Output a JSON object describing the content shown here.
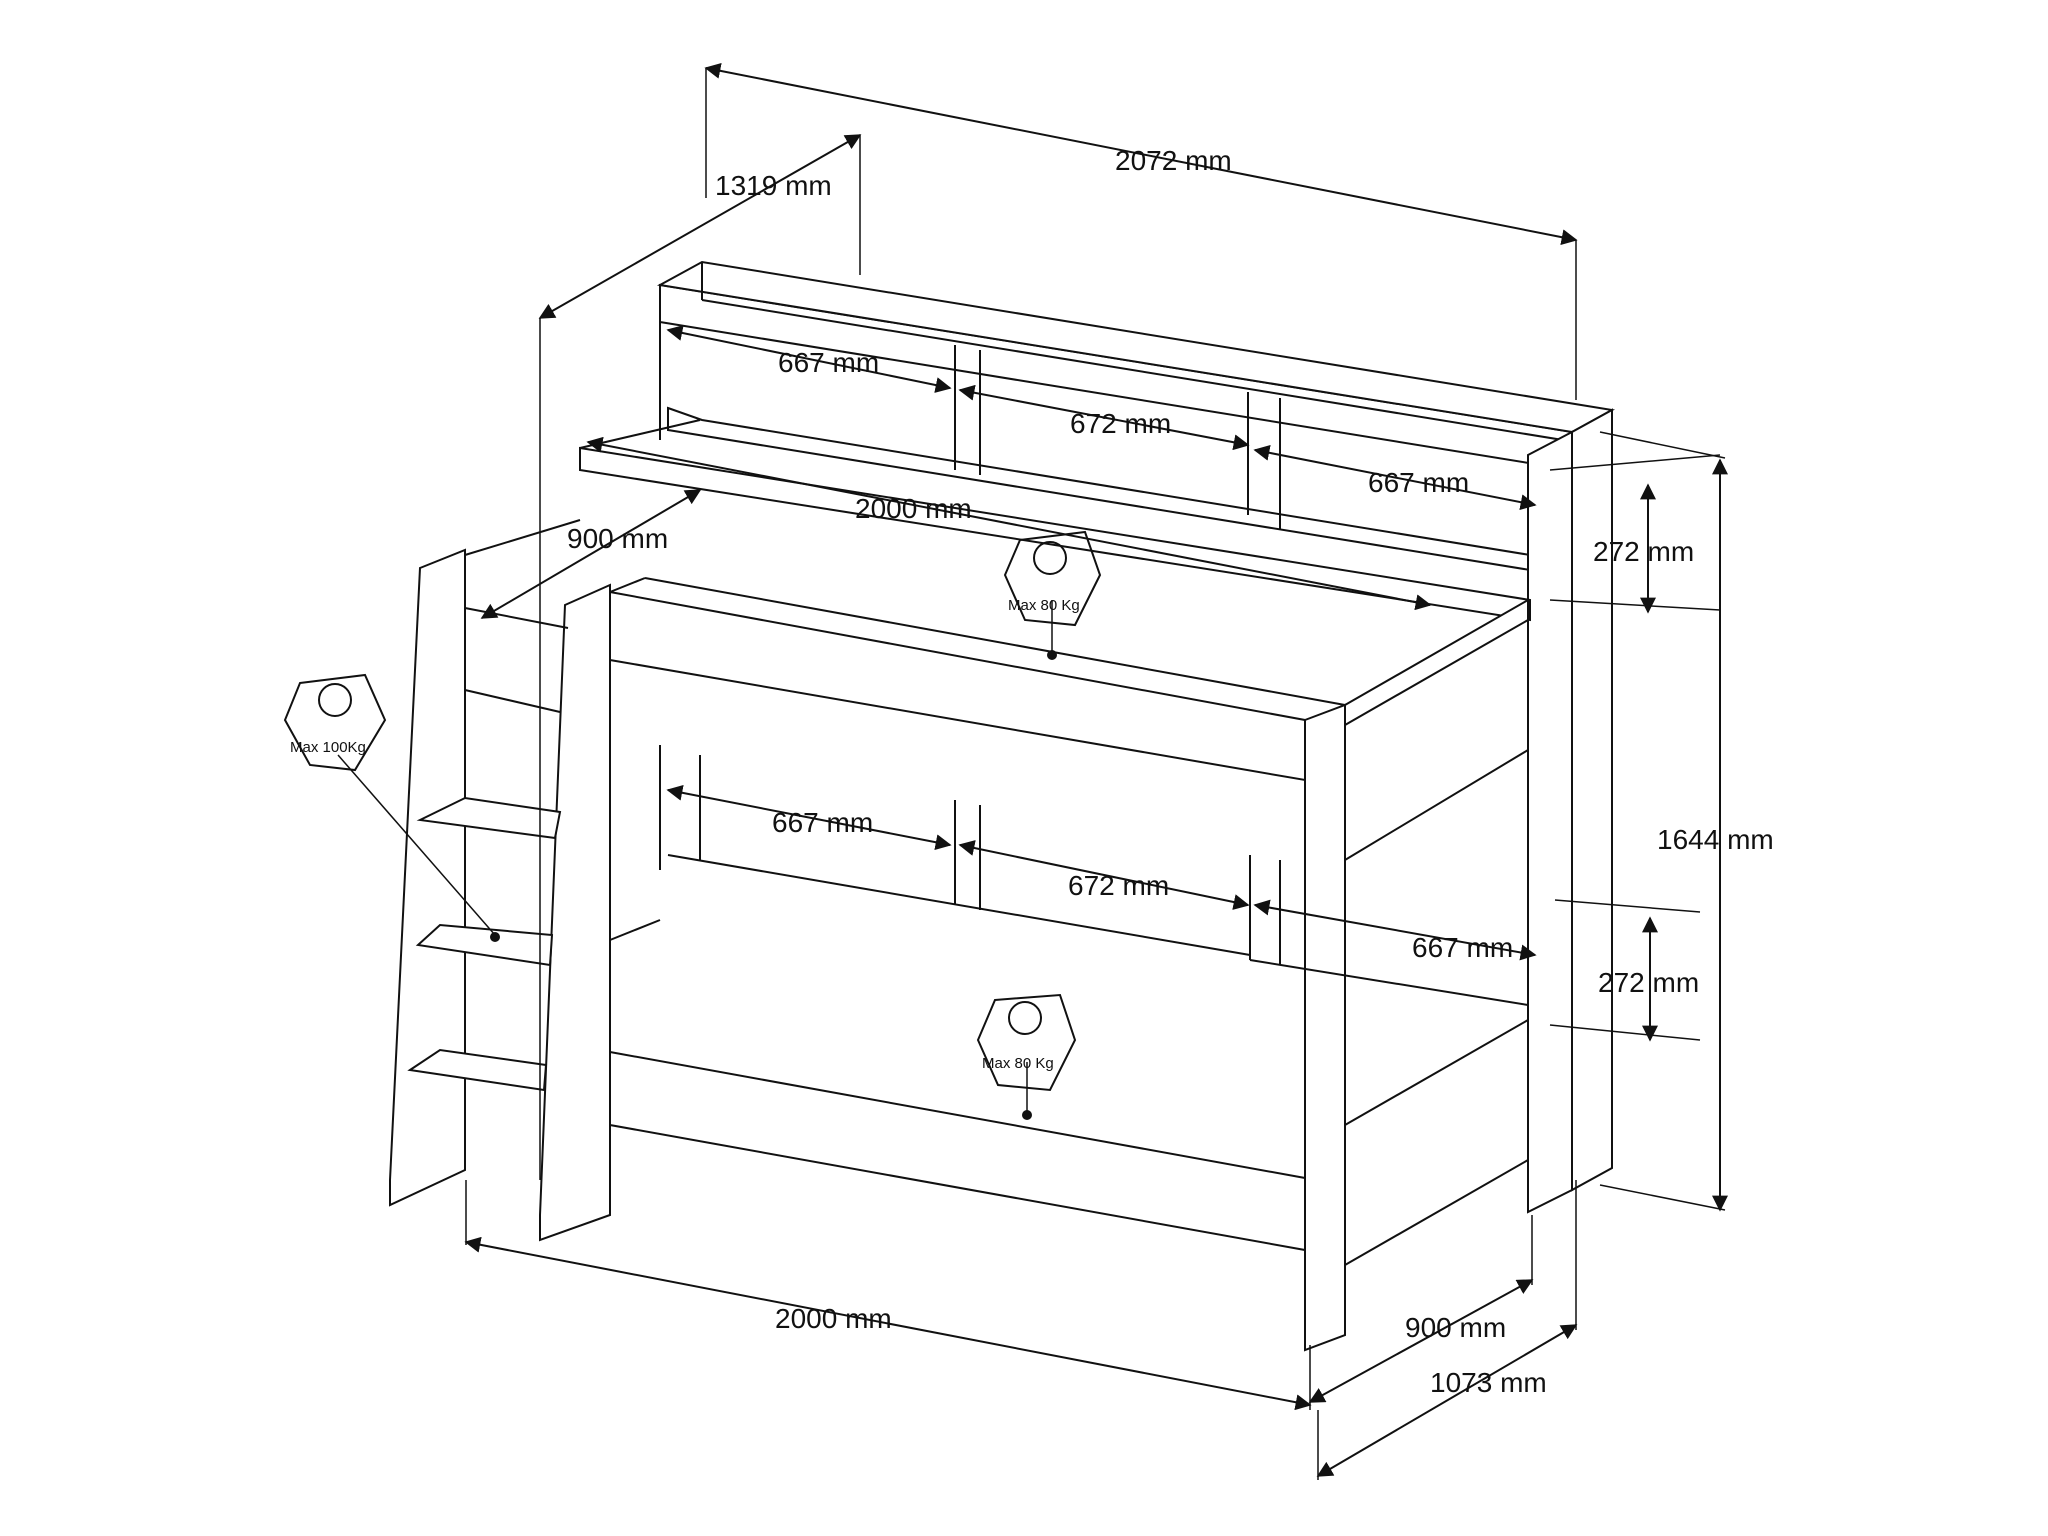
{
  "dimensions": {
    "overall_length": "2072 mm",
    "overall_depth": "1319 mm",
    "top_shelf_left": "667 mm",
    "top_shelf_middle": "672 mm",
    "top_shelf_right": "667 mm",
    "top_mattress_length": "2000 mm",
    "top_mattress_width": "900 mm",
    "top_shelf_height": "272 mm",
    "overall_height": "1644 mm",
    "bottom_shelf_left": "667 mm",
    "bottom_shelf_middle": "672 mm",
    "bottom_shelf_right": "667 mm",
    "bottom_shelf_height": "272 mm",
    "bottom_length": "2000 mm",
    "bottom_width": "900 mm",
    "overall_width": "1073 mm"
  },
  "weights": {
    "ladder": "Max 100Kg",
    "top_bunk": "Max 80  Kg",
    "bottom_bunk": "Max 80  Kg"
  }
}
